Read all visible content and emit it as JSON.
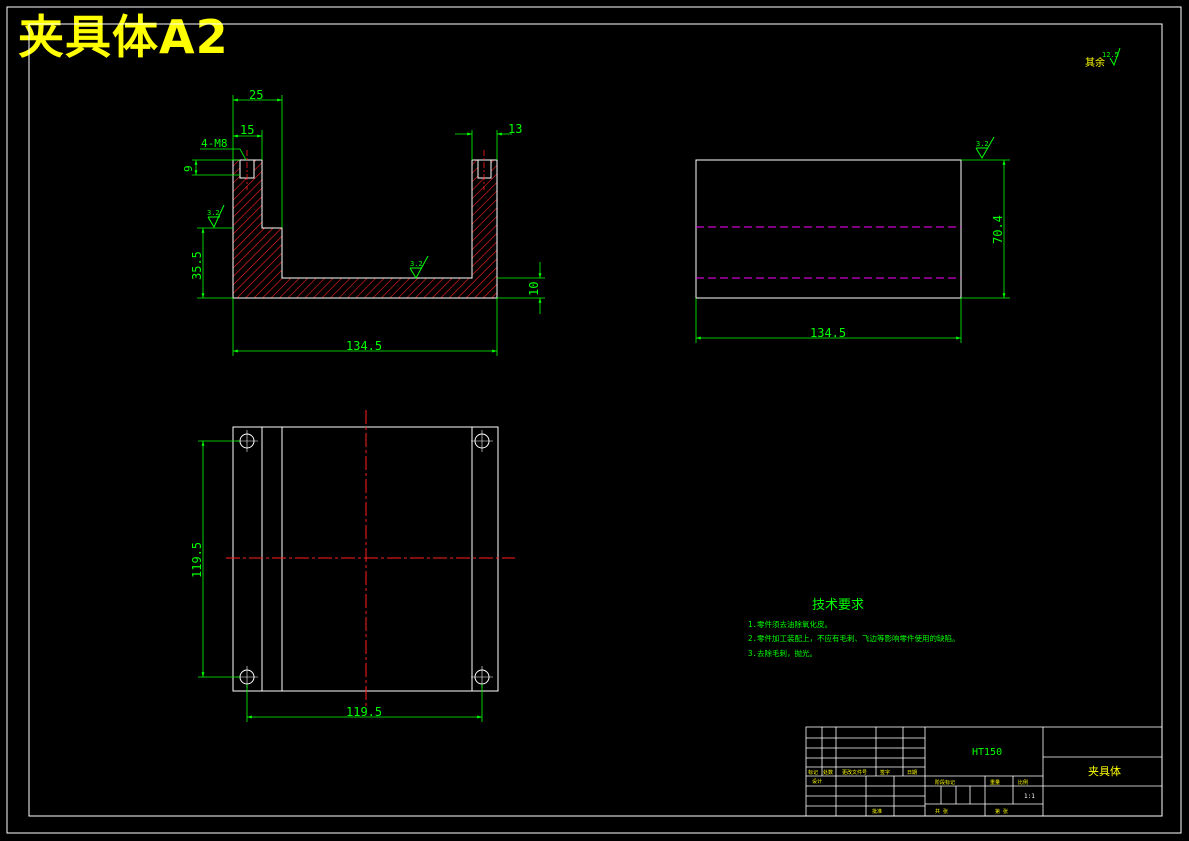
{
  "sheet_title": "夹具体A2",
  "colors": {
    "background": "#000000",
    "outline": "#ffffff",
    "dimension": "#00ff00",
    "hatch": "#ff2020",
    "centerline": "#ff2020",
    "hidden": "#ff00ff",
    "title": "#ffff00"
  },
  "front_view": {
    "dims": {
      "top_overall": "25",
      "counterbore": "15",
      "holes": "4-M8",
      "depth": "9",
      "right_wall": "13",
      "base_height": "35.5",
      "bottom_thickness": "10",
      "width": "134.5"
    },
    "roughness": [
      "3.2",
      "3.2"
    ]
  },
  "side_view": {
    "dims": {
      "height": "70.4",
      "width": "134.5"
    },
    "roughness": "3.2"
  },
  "top_view": {
    "dims": {
      "height": "119.5",
      "width": "119.5"
    }
  },
  "general_roughness": {
    "label": "其余",
    "value": "12.5"
  },
  "tech_requirements": {
    "title": "技术要求",
    "items": [
      "1.零件须去油除氧化皮。",
      "2.零件加工装配上，不应有毛刺、飞边等影响零件使用的缺陷。",
      "3.去除毛刺，抛光。"
    ]
  },
  "title_block": {
    "material": "HT150",
    "part_name": "夹具体",
    "scale": "1:1",
    "labels": {
      "mark": "标记",
      "count": "处数",
      "zone": "更改文件号",
      "sign": "签字",
      "date": "日期",
      "design": "设计",
      "stage": "阶段标记",
      "weight": "重量",
      "ratio": "比例",
      "sheets": "共 张",
      "sheet": "第 张",
      "approve": "批准"
    }
  }
}
